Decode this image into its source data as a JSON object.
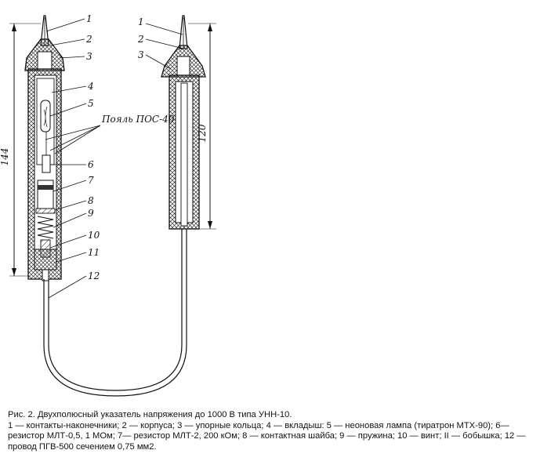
{
  "figure": {
    "part_numbers_left": [
      "1",
      "2",
      "3",
      "4",
      "5",
      "6",
      "7",
      "8",
      "9",
      "10",
      "11",
      "12"
    ],
    "part_numbers_right": [
      "1",
      "2",
      "3"
    ],
    "solder_label": "Пояль ПОС-40",
    "dimension_left": "144",
    "dimension_right": "120"
  },
  "caption": {
    "title": "Рис. 2. Двухполюсный указатель напряжения до 1000 В типа УНН-10.",
    "legend": "1 — контакты-наконечники; 2 — корпуса; 3 — упорные кольца; 4 — вкладыш: 5 — неоновая лампа (тиратрон МТХ-90); 6— резистор МЛТ-0,5, 1 МОм; 7— резистор МЛТ-2, 200 кОм; 8 — контактная шайба; 9 — пружина; 10 — винт; II — бобышка; 12 — провод ПГВ-500 сечением 0,75 мм2."
  }
}
